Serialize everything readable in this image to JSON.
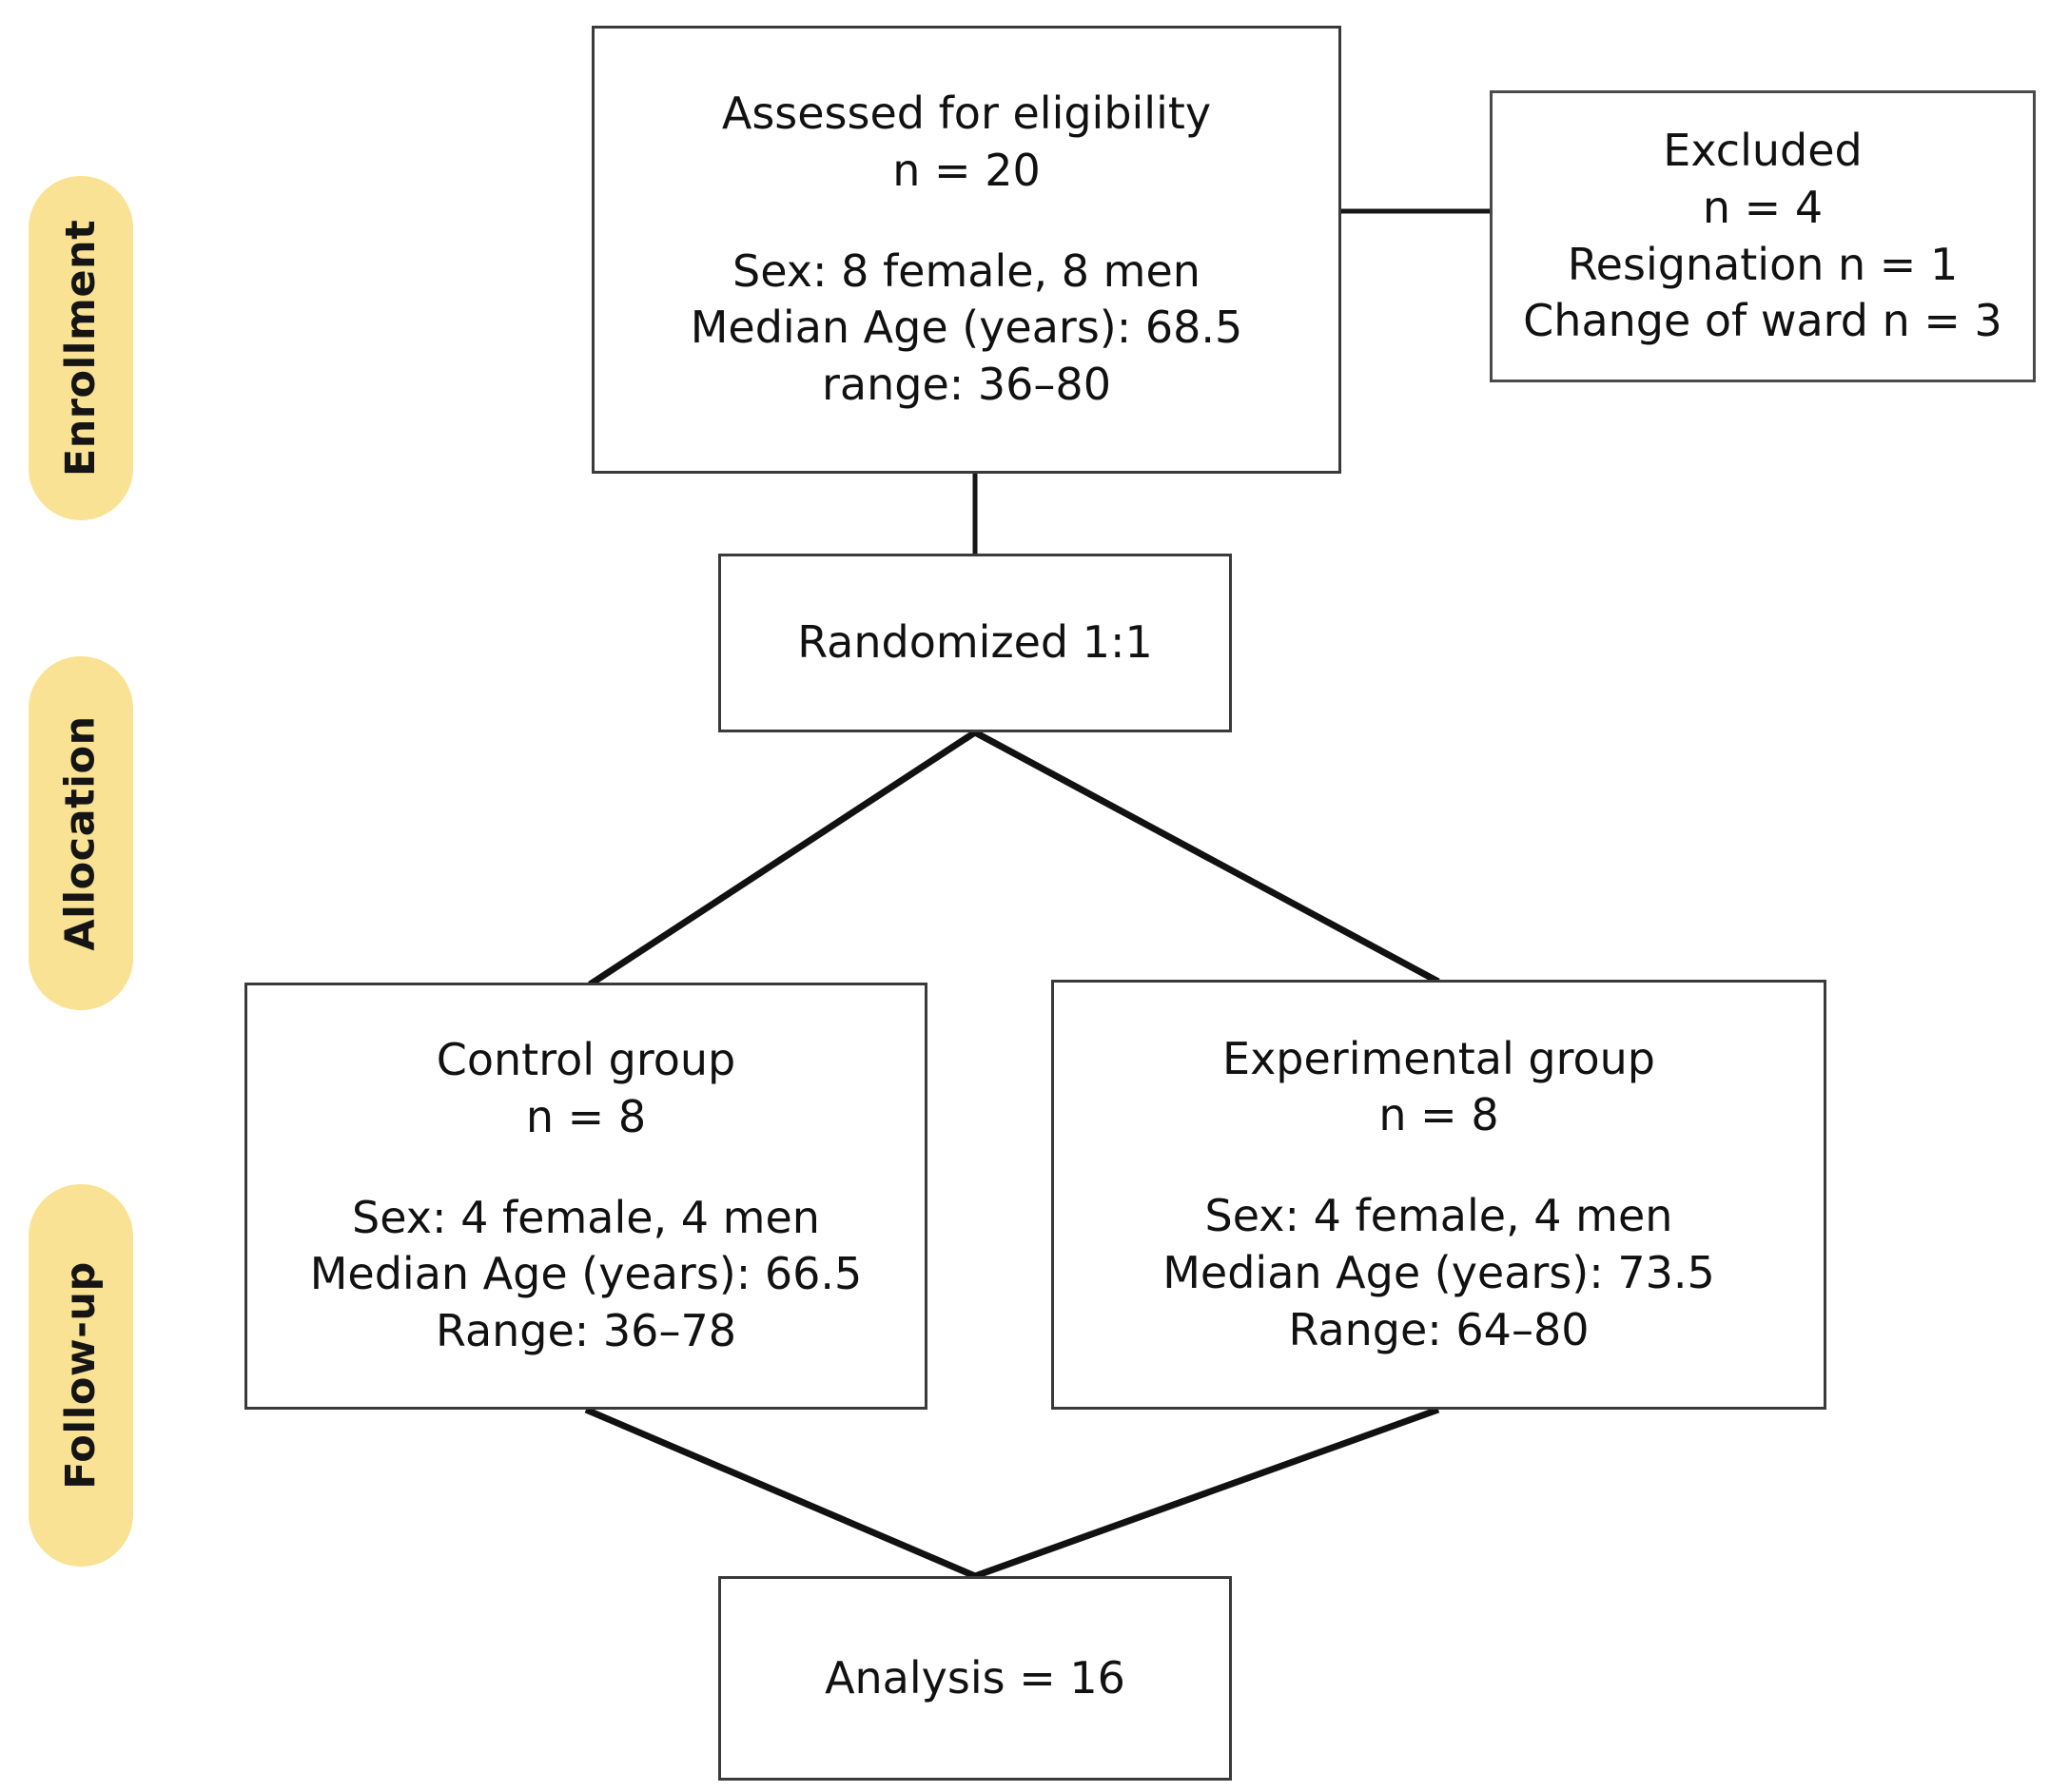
{
  "diagram": {
    "type": "consort-flow-diagram",
    "title": "CONSORT participant flow",
    "accent_color": "#F9E293",
    "box_border_color": "#3a3a3a",
    "text_color": "#111111"
  },
  "stages": [
    {
      "id": "enrollment",
      "label": "Enrollment"
    },
    {
      "id": "allocation",
      "label": "Allocation"
    },
    {
      "id": "followup",
      "label": "Follow-up"
    }
  ],
  "nodes": {
    "assessed": {
      "id": "assessed-for-eligibility",
      "lines": [
        "Assessed for eligibility",
        "n = 20",
        "",
        "Sex: 8 female, 8 men",
        "Median Age (years): 68.5",
        "range: 36–80"
      ]
    },
    "excluded": {
      "id": "excluded",
      "lines": [
        "Excluded",
        "n = 4",
        "Resignation n = 1",
        "Change of ward n = 3"
      ]
    },
    "randomized": {
      "id": "randomized",
      "lines": [
        "Randomized 1:1"
      ]
    },
    "control": {
      "id": "control-group",
      "lines": [
        "Control group",
        "n = 8",
        "",
        "Sex: 4 female, 4 men",
        "Median Age (years): 66.5",
        "Range: 36–78"
      ]
    },
    "experimental": {
      "id": "experimental-group",
      "lines": [
        "Experimental group",
        "n = 8",
        "",
        "Sex: 4 female, 4 men",
        "Median Age (years): 73.5",
        "Range: 64–80"
      ]
    },
    "analysis": {
      "id": "analysis",
      "lines": [
        "Analysis = 16"
      ]
    }
  },
  "chart_data": {
    "type": "diagram",
    "title": "CONSORT participant flow",
    "nodes": [
      {
        "name": "Assessed for eligibility",
        "n": 20,
        "sex_female": 8,
        "sex_male": 8,
        "median_age_years": 68.5,
        "age_range": "36–80"
      },
      {
        "name": "Excluded",
        "n": 4,
        "reasons": [
          {
            "reason": "Resignation",
            "n": 1
          },
          {
            "reason": "Change of ward",
            "n": 3
          }
        ]
      },
      {
        "name": "Randomized 1:1"
      },
      {
        "name": "Control group",
        "n": 8,
        "sex_female": 4,
        "sex_male": 4,
        "median_age_years": 66.5,
        "age_range": "36–78"
      },
      {
        "name": "Experimental group",
        "n": 8,
        "sex_female": 4,
        "sex_male": 4,
        "median_age_years": 73.5,
        "age_range": "64–80"
      },
      {
        "name": "Analysis",
        "n": 16
      }
    ],
    "edges": [
      {
        "from": "Assessed for eligibility",
        "to": "Excluded"
      },
      {
        "from": "Assessed for eligibility",
        "to": "Randomized 1:1"
      },
      {
        "from": "Randomized 1:1",
        "to": "Control group"
      },
      {
        "from": "Randomized 1:1",
        "to": "Experimental group"
      },
      {
        "from": "Control group",
        "to": "Analysis"
      },
      {
        "from": "Experimental group",
        "to": "Analysis"
      }
    ],
    "stage_bands": [
      "Enrollment",
      "Allocation",
      "Follow-up"
    ]
  }
}
